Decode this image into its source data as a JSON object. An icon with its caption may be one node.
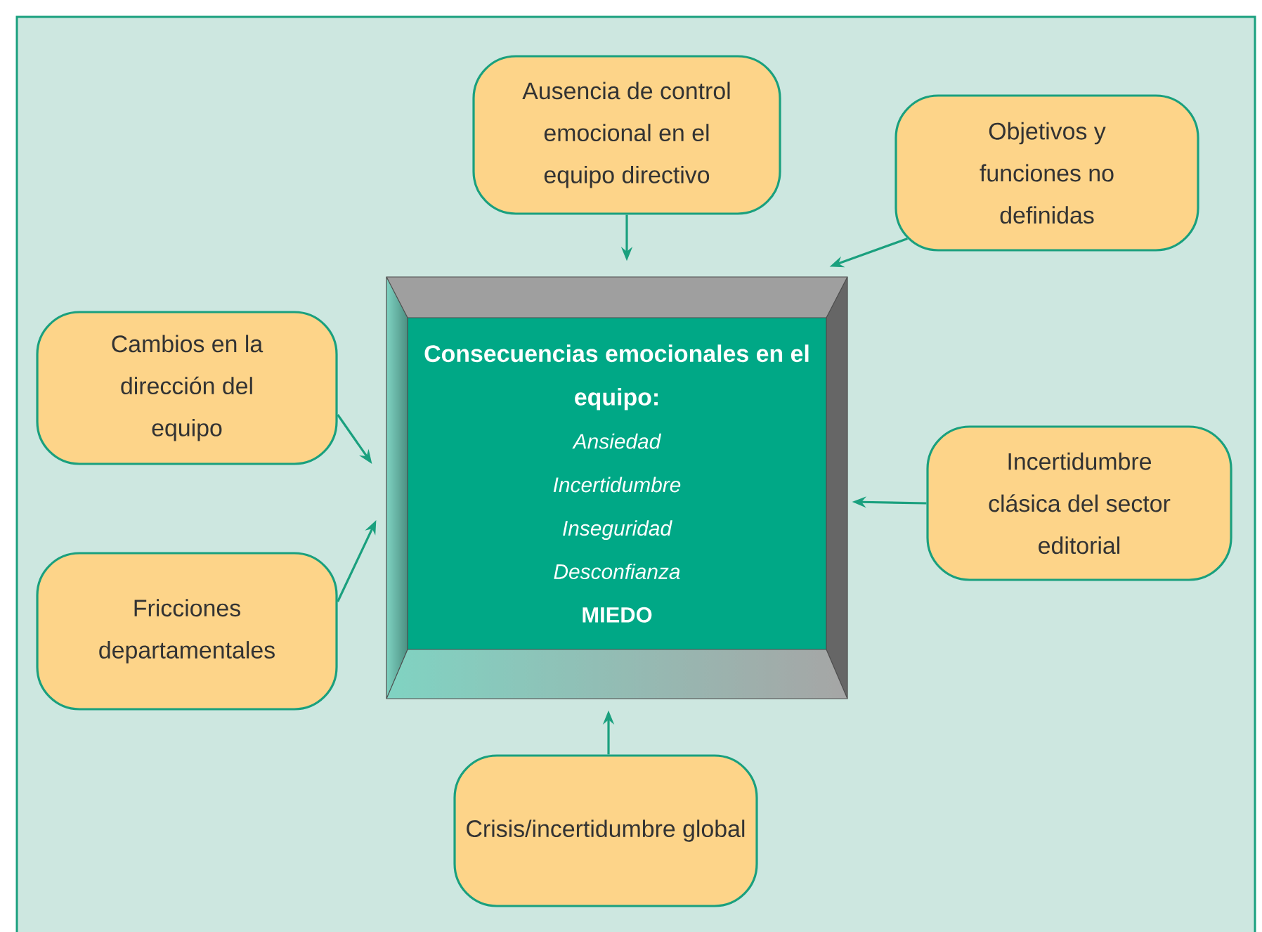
{
  "diagram": {
    "nodes": [
      {
        "text": [
          "Consecuencias emocionales en el equipo:",
          "Ansiedad",
          "Incertidumbre",
          "Inseguridad",
          "Desconfianza",
          "MIEDO"
        ]
      },
      {
        "text": [
          "Ausencia de control emocional en el equipo directivo"
        ]
      },
      {
        "text": [
          "Objetivos y funciones no definidas"
        ]
      },
      {
        "text": [
          "Cambios en la dirección del equipo"
        ]
      },
      {
        "text": [
          "Fricciones departamentales"
        ]
      },
      {
        "text": [
          "Incertidumbre clásica del sector editorial"
        ]
      },
      {
        "text": [
          "Crisis/incertidumbre global"
        ]
      }
    ],
    "edges": [
      {
        "from": 1,
        "to": 0,
        "arrow": "to"
      },
      {
        "from": 2,
        "to": 0,
        "arrow": "to"
      },
      {
        "from": 3,
        "to": 0,
        "arrow": "to"
      },
      {
        "from": 4,
        "to": 0,
        "arrow": "to"
      },
      {
        "from": 5,
        "to": 0,
        "arrow": "to"
      },
      {
        "from": 6,
        "to": 0,
        "arrow": "to"
      }
    ]
  }
}
